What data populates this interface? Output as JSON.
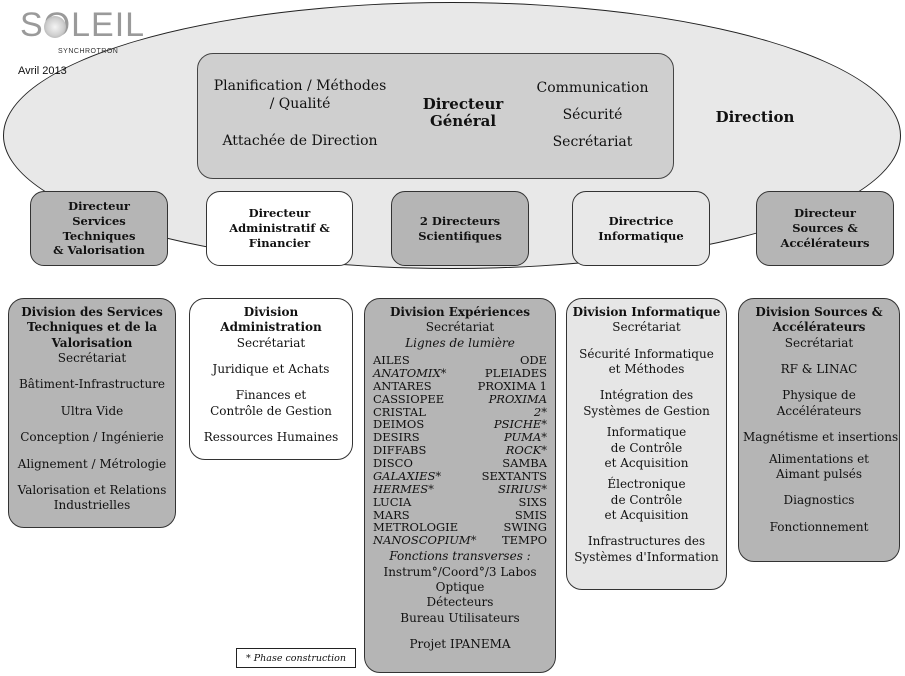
{
  "logo": {
    "word": "SOLEIL",
    "sub": "SYNCHROTRON"
  },
  "date": "Avril 2013",
  "direction": {
    "label": "Direction",
    "dg": [
      "Directeur",
      "Général"
    ],
    "left_items": [
      "Planification / Méthodes",
      "/ Qualité",
      "Attachée de Direction"
    ],
    "right_items": [
      "Communication",
      "Sécurité",
      "Secrétariat"
    ]
  },
  "directors": [
    [
      "Directeur",
      "Services",
      "Techniques",
      "& Valorisation"
    ],
    [
      "Directeur",
      "Administratif &",
      "Financier"
    ],
    [
      "2 Directeurs",
      "Scientifiques"
    ],
    [
      "Directrice",
      "Informatique"
    ],
    [
      "Directeur",
      "Sources &",
      "Accélérateurs"
    ]
  ],
  "div_tech": {
    "head": [
      "Division des Services",
      "Techniques et de la",
      "Valorisation"
    ],
    "items": [
      "Secrétariat",
      "Bâtiment-Infrastructure",
      "Ultra Vide",
      "Conception / Ingénierie",
      "Alignement / Métrologie",
      "Valorisation et Relations",
      "Industrielles"
    ]
  },
  "div_admin": {
    "head": [
      "Division",
      "Administration"
    ],
    "items": [
      "Secrétariat",
      "Juridique et Achats",
      "Finances et",
      "Contrôle de Gestion",
      "Ressources Humaines"
    ]
  },
  "div_exp": {
    "head": "Division Expériences",
    "secretariat": "Secrétariat",
    "lines_title": "Lignes de lumière",
    "left": [
      "AILES",
      "ANATOMIX*",
      "ANTARES",
      "CASSIOPEE",
      "CRISTAL",
      "DEIMOS",
      "DESIRS",
      "DIFFABS",
      "DISCO",
      "GALAXIES*",
      "HERMES*",
      "LUCIA",
      "MARS",
      "METROLOGIE",
      "NANOSCOPIUM*"
    ],
    "right": [
      "ODE",
      "PLEIADES",
      "PROXIMA 1",
      "PROXIMA 2*",
      "PSICHE*",
      "PUMA*",
      "ROCK*",
      "SAMBA",
      "SEXTANTS",
      "SIRIUS*",
      "SIXS",
      "SMIS",
      "SWING",
      "TEMPO"
    ],
    "transverse_title": "Fonctions transverses :",
    "transverse": [
      "Instrum°/Coord°/3 Labos",
      "Optique",
      "Détecteurs",
      "Bureau Utilisateurs"
    ],
    "project": "Projet IPANEMA"
  },
  "div_info": {
    "head": "Division Informatique",
    "items": [
      "Secrétariat",
      "Sécurité Informatique",
      "et Méthodes",
      "Intégration des",
      "Systèmes de Gestion",
      "Informatique",
      "de Contrôle",
      "et Acquisition",
      "Électronique",
      "de Contrôle",
      "et Acquisition",
      "Infrastructures des",
      "Systèmes d'Information"
    ]
  },
  "div_sources": {
    "head": [
      "Division Sources &",
      "Accélérateurs"
    ],
    "items": [
      "Secrétariat",
      "RF & LINAC",
      "Physique de",
      "Accélérateurs",
      "Magnétisme et insertions",
      "Alimentations et",
      "Aimant pulsés",
      "Diagnostics",
      "Fonctionnement"
    ]
  },
  "footnote": "* Phase construction"
}
